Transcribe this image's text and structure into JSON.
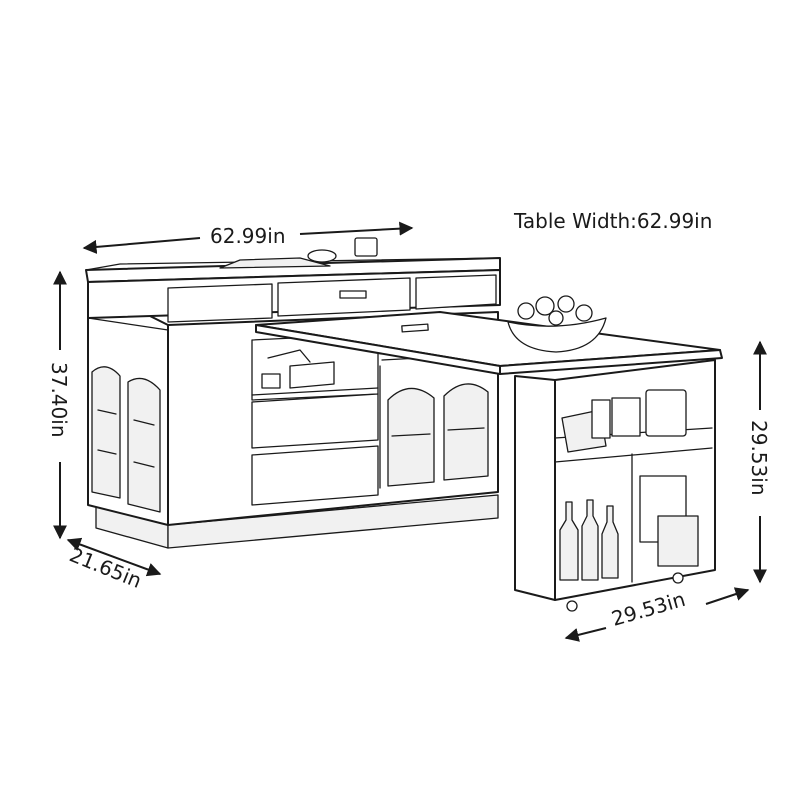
{
  "annotations": {
    "table_width_note": "Table Width:62.99in",
    "top_width": "62.99in",
    "height_main": "37.40in",
    "depth_main": "21.65in",
    "height_table": "29.53in",
    "width_table": "29.53in"
  }
}
